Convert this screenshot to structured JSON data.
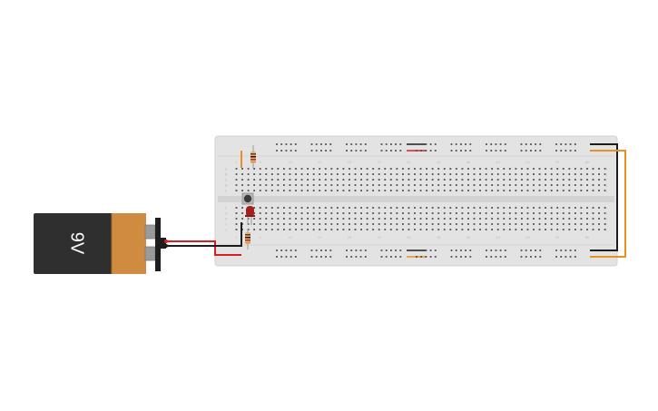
{
  "battery": {
    "voltage_label": "9V",
    "colors": {
      "body": "#2f2f2f",
      "band": "#cf8b3f",
      "terminal": "#1e1e1e"
    }
  },
  "breadboard": {
    "row_letters_top": [
      "A",
      "B",
      "C",
      "D",
      "E"
    ],
    "row_letters_bottom": [
      "F",
      "G",
      "H",
      "I",
      "J"
    ],
    "column_numbers": [
      "1",
      "5",
      "10",
      "15",
      "20",
      "25",
      "30",
      "35",
      "40",
      "45",
      "50",
      "55",
      "60"
    ],
    "colors": {
      "board": "#e4e4e4",
      "hole": "#4d4d4d",
      "rail_pos": "#d9231d",
      "rail_neg": "#1c1c1c"
    }
  },
  "components": {
    "pushbutton": "pushbutton-icon",
    "led": "led-icon",
    "resistors": [
      "resistor-icon",
      "resistor-icon"
    ]
  },
  "wires": {
    "colors": {
      "red": "#d62020",
      "black": "#1c1c1c",
      "orange": "#e89020"
    }
  }
}
